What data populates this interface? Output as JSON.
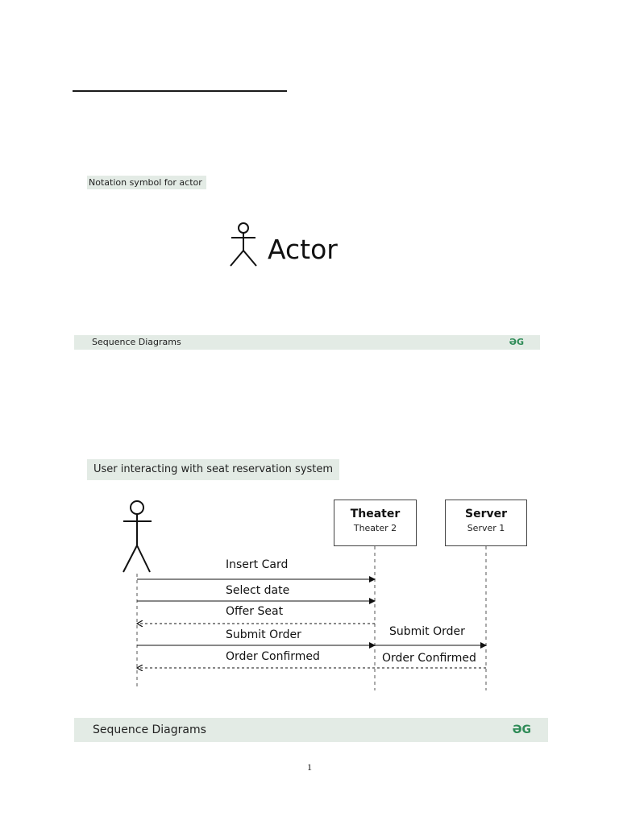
{
  "figure1": {
    "caption": "Notation symbol for actor",
    "actor_label": "Actor"
  },
  "banner1": {
    "title": "Sequence Diagrams",
    "logo": "ƏG"
  },
  "figure2": {
    "caption": "User interacting with seat reservation system",
    "participants": [
      {
        "name": "Theater",
        "sub": "Theater 2"
      },
      {
        "name": "Server",
        "sub": "Server 1"
      }
    ],
    "messages": [
      {
        "label": "Insert Card",
        "from": "actor",
        "to": "Theater",
        "style": "solid"
      },
      {
        "label": "Select date",
        "from": "actor",
        "to": "Theater",
        "style": "solid"
      },
      {
        "label": "Offer Seat",
        "from": "Theater",
        "to": "actor",
        "style": "dashed"
      },
      {
        "label": "Submit Order",
        "from": "actor",
        "to": "Theater",
        "style": "solid"
      },
      {
        "label": "Order Confirmed",
        "from": "Theater",
        "to": "actor",
        "style": "dashed"
      },
      {
        "label": "Submit Order",
        "from": "Theater",
        "to": "Server",
        "style": "solid"
      },
      {
        "label": "Order Confirmed",
        "from": "Server",
        "to": "Theater",
        "style": "dashed"
      }
    ]
  },
  "banner2": {
    "title": "Sequence Diagrams",
    "logo": "ƏG"
  },
  "page": {
    "number": "1"
  },
  "colors": {
    "banner_bg": "#e3ebe5",
    "logo_green": "#2e8b57"
  }
}
